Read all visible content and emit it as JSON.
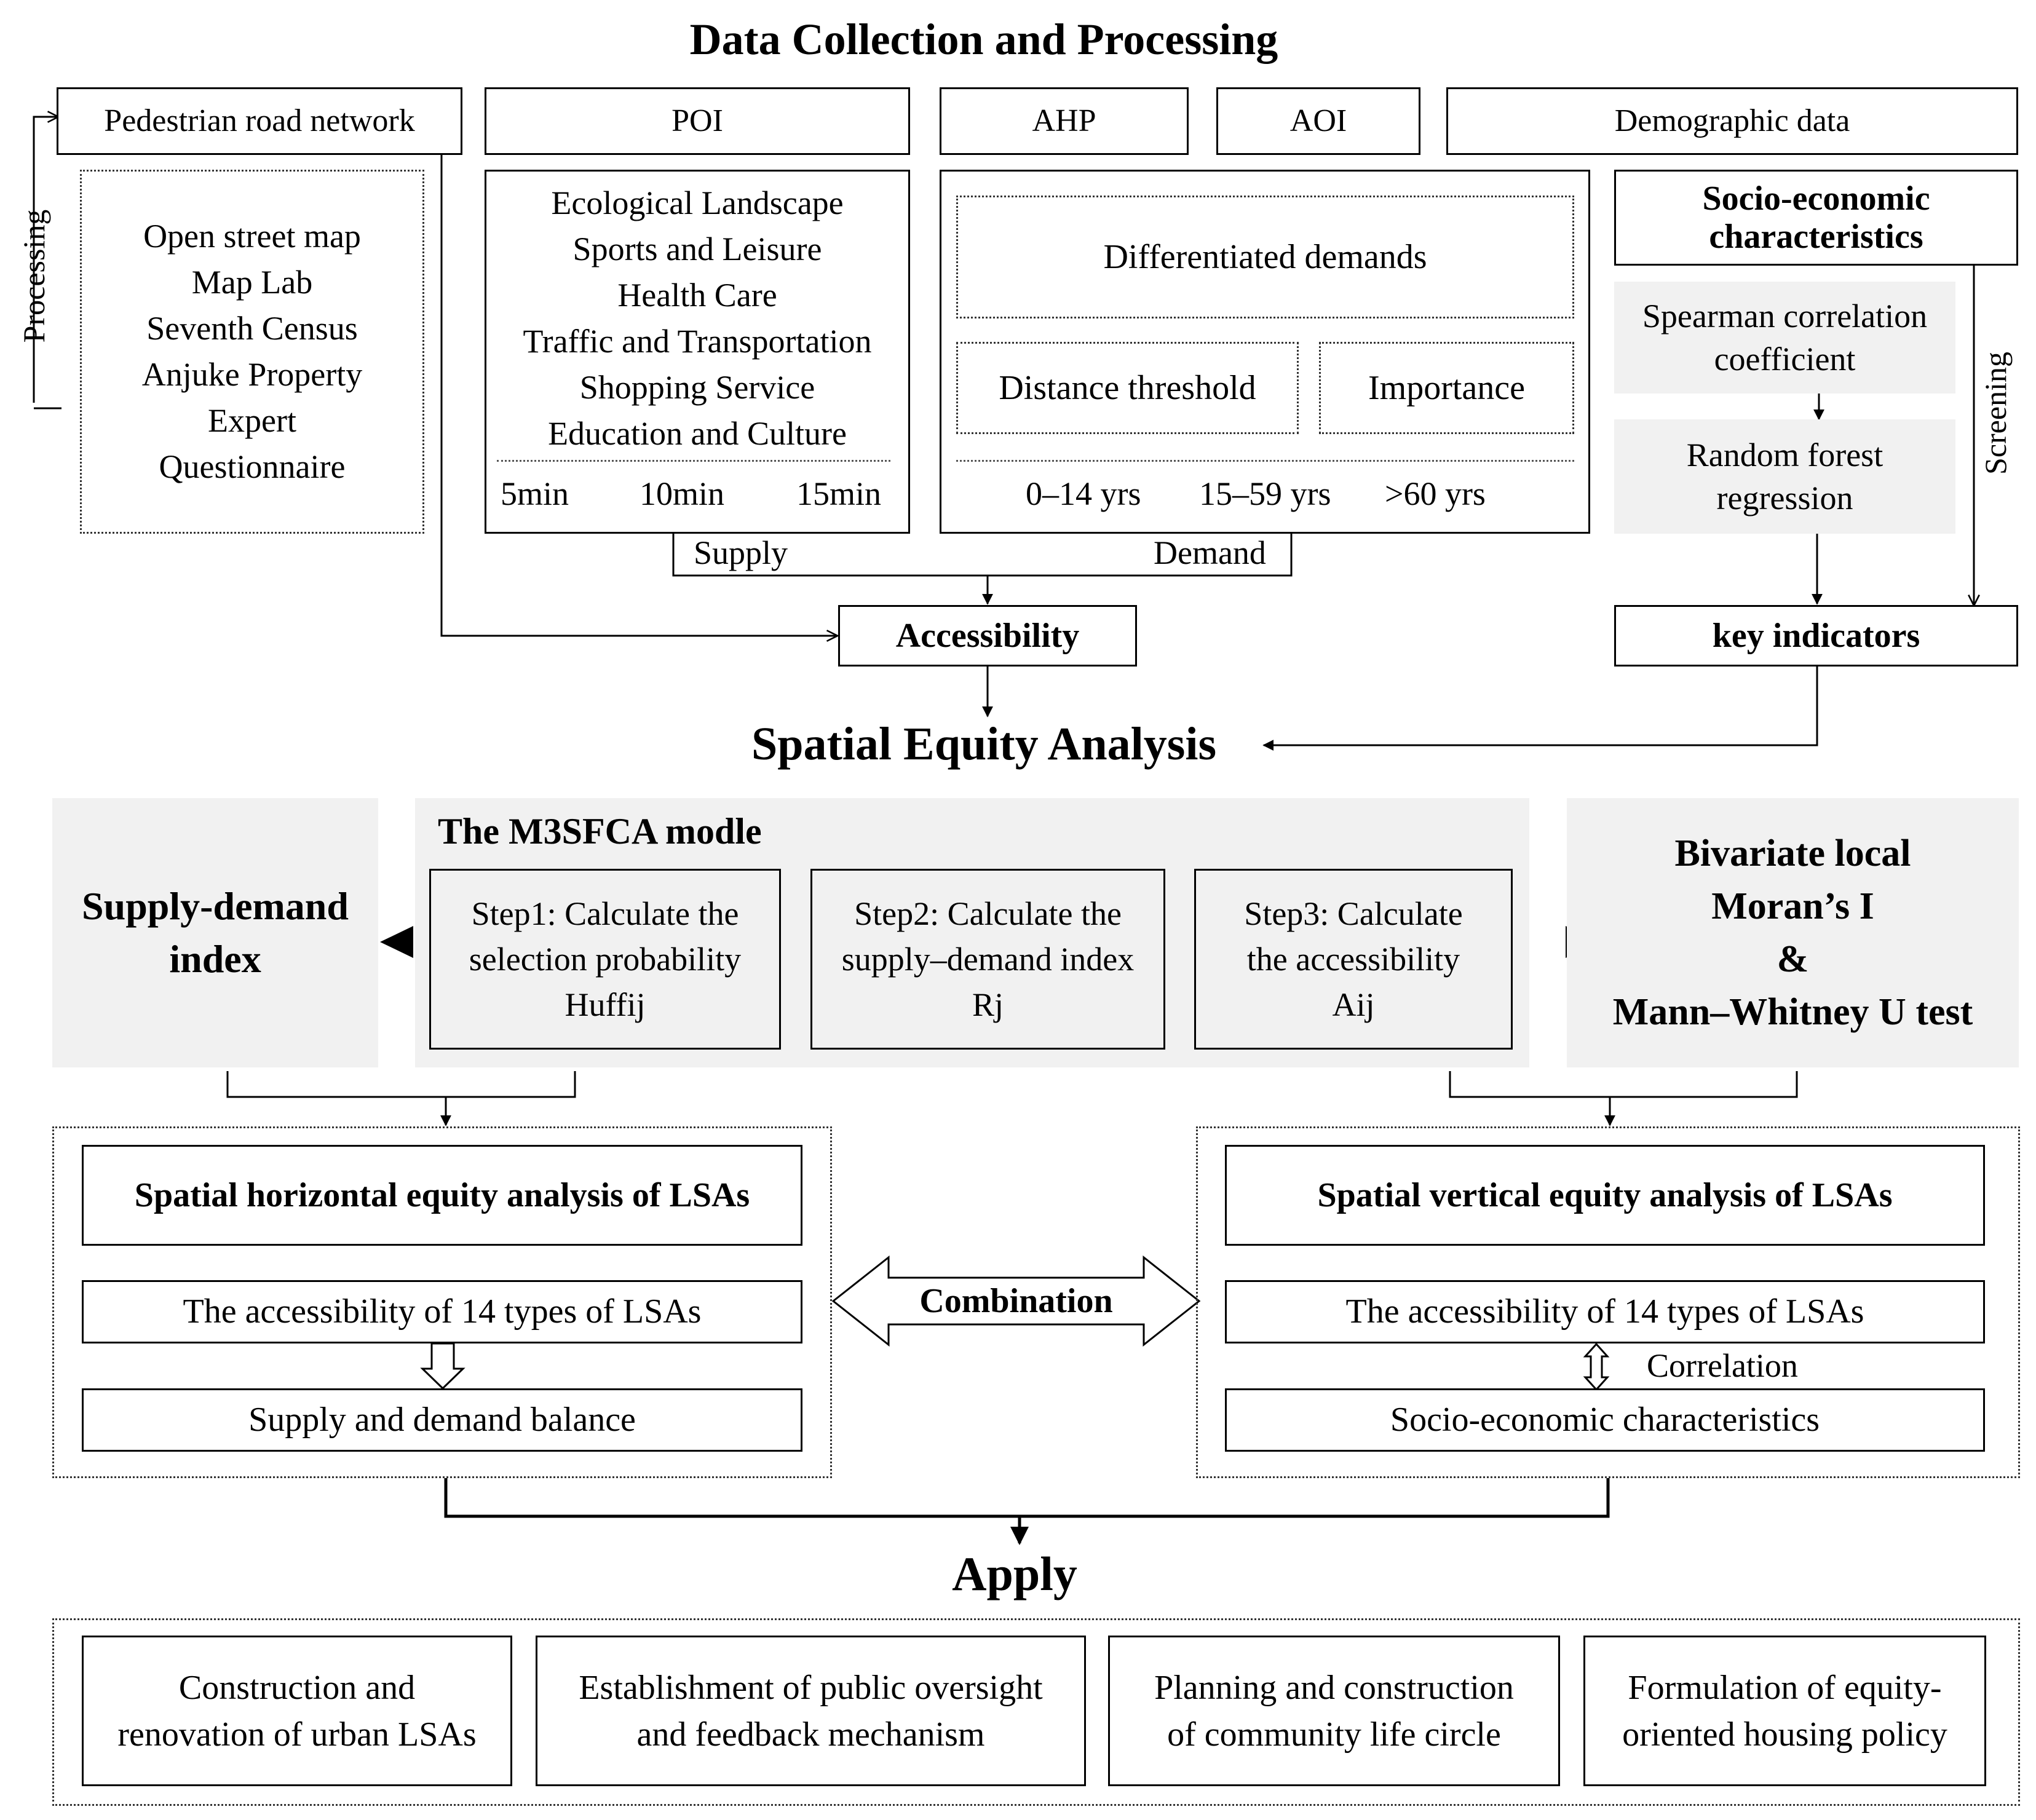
{
  "section_titles": {
    "data": "Data Collection and Processing",
    "spatial": "Spatial Equity Analysis",
    "apply": "Apply"
  },
  "sources": {
    "pedestrian": "Pedestrian road network",
    "poi": "POI",
    "ahp": "AHP",
    "aoi": "AOI",
    "demographic": "Demographic data"
  },
  "processing_label": "Processing",
  "screening_label": "Screening",
  "data_sources": [
    "Open street map",
    "Map Lab",
    "Seventh Census",
    "Anjuke Property",
    "Expert",
    "Questionnaire"
  ],
  "poi_categories": [
    "Ecological Landscape",
    "Sports and Leisure",
    "Health Care",
    "Traffic and Transportation",
    "Shopping Service",
    "Education and Culture"
  ],
  "time_thresholds": [
    "5min",
    "10min",
    "15min"
  ],
  "demand": {
    "differentiated": "Differentiated demands",
    "distance": "Distance threshold",
    "importance": "Importance",
    "age_groups": [
      "0–14 yrs",
      "15–59 yrs",
      ">60 yrs"
    ]
  },
  "socio": {
    "title": "Socio-economic characteristics",
    "spearman": "Spearman correlation coefficient",
    "forest": "Random forest regression",
    "key": "key indicators"
  },
  "supply_label": "Supply",
  "demand_label": "Demand",
  "accessibility": "Accessibility",
  "m3sfca": {
    "title": "The M3SFCA modle",
    "step1": [
      "Step1: Calculate the",
      "selection probability",
      "Huffij"
    ],
    "step2": [
      "Step2: Calculate the",
      "supply–demand index",
      "Rj"
    ],
    "step3": [
      "Step3: Calculate",
      "the accessibility",
      "Aij"
    ]
  },
  "supply_demand_index": [
    "Supply-demand",
    "index"
  ],
  "bivariate": [
    "Bivariate local",
    "Moran’s I",
    "&",
    "Mann–Whitney U test"
  ],
  "horizontal": {
    "title": "Spatial horizontal equity analysis of LSAs",
    "accessibility": "The accessibility of 14 types of LSAs",
    "balance": "Supply and demand balance"
  },
  "vertical": {
    "title": "Spatial vertical equity analysis of LSAs",
    "accessibility": "The accessibility of 14 types of LSAs",
    "correlation": "Correlation",
    "socio": "Socio-economic characteristics"
  },
  "combination": "Combination",
  "apply_items": [
    [
      "Construction and",
      "renovation of urban LSAs"
    ],
    [
      "Establishment of public oversight",
      "and feedback mechanism"
    ],
    [
      "Planning and construction",
      "of community life circle"
    ],
    [
      "Formulation of equity-",
      "oriented housing policy"
    ]
  ]
}
